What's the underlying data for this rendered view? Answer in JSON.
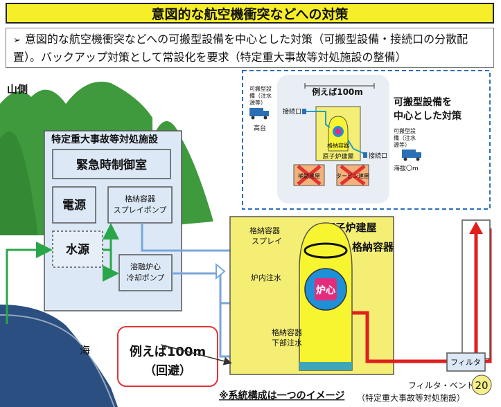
{
  "title": "意図的な航空機衝突などへの対策",
  "summary": "意図的な航空機衝突などへの可搬型設備を中心とした対策（可搬型設備・接続口の分散配置）。バックアップ対策として常設化を要求（特定重大事故等対処施設の整備）",
  "labels": {
    "mountain_side": "山側",
    "sea": "海",
    "facility_title": "特定重大事故等対処施設",
    "control_room": "緊急時制御室",
    "power": "電源",
    "water": "水源",
    "spray_pump_1": "格納容器",
    "spray_pump_2": "スプレイポンプ",
    "core_pump_1": "溶融炉心",
    "core_pump_2": "冷却ポンプ",
    "reactor_building": "原子炉建屋",
    "containment": "格納容器",
    "spray_line_1": "格納容器",
    "spray_line_2": "スプレイ",
    "core_injection": "炉内注水",
    "lower_injection_1": "格納容器",
    "lower_injection_2": "下部注水",
    "core": "炉心",
    "filter": "フィルタ",
    "filter_vent": "フィルタ・ベント",
    "filter_vent_note": "（特定重大事故等対処施設）",
    "distance_1": "例えば100m",
    "distance_2": "（回避）",
    "note": "※系統構成は一つのイメージ",
    "page_number": "20"
  },
  "inset": {
    "distance": "例えば100m",
    "truck_left_1": "可搬型設",
    "truck_left_2": "備（注水",
    "truck_left_3": "源等）",
    "highland": "高台",
    "connection_top": "接続口",
    "connection_right": "接続口",
    "truck_right_1": "可搬型設",
    "truck_right_2": "備（注水",
    "truck_right_3": "源等）",
    "sea_level": "海抜〇m",
    "containment": "格納容器",
    "reactor_building": "原子炉建屋",
    "aux_building": "補助建屋",
    "turbine_building": "タービン建屋",
    "caption_1": "可搬型設備を",
    "caption_2": "中心とした対策"
  },
  "colors": {
    "title_bg": "#f7ee2a",
    "mountain": "#3f9a3e",
    "sea": "#2a4f80",
    "facility": "#dce8f6",
    "building": "#f4ee74",
    "containment": "#f7f530",
    "core": "#1f8fd8",
    "core_inner": "#e32d7c",
    "vent_line": "#e01f1f",
    "green_line": "#2aa64a",
    "blue_line": "#7aa6d8",
    "highlight_box": "#e23333",
    "inset_border": "#2b6fb5"
  }
}
